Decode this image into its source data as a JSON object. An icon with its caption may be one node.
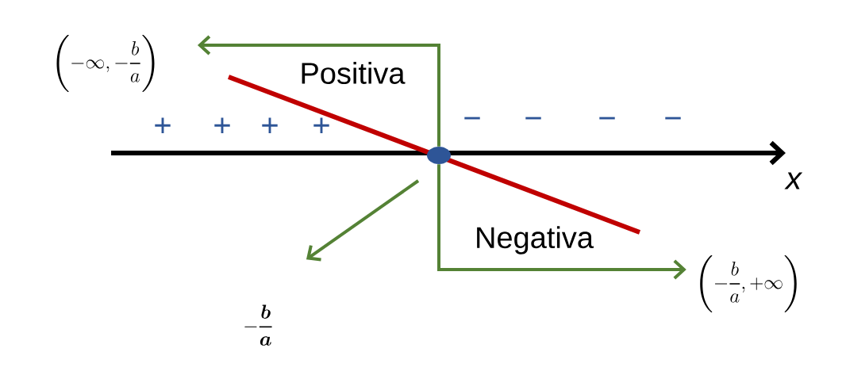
{
  "diagram": {
    "nodes": [
      {
        "text": [
          "\\left(-\\infty,-\\frac{b}{a}\\right)"
        ]
      },
      {
        "text": [],
        "shape": "circle"
      },
      {
        "text": [
          "\\left(-\\frac{b}{a},+\\infty\\right)"
        ]
      },
      {
        "text": [
          "-\\frac{\\boldsymbol{b}}{\\boldsymbol{a}}"
        ]
      }
    ],
    "edges": [
      {
        "from": 1,
        "to": 0,
        "arrow": "to",
        "label": "Positiva"
      },
      {
        "from": 1,
        "to": 2,
        "arrow": "to",
        "label": "Negativa"
      },
      {
        "from": 1,
        "to": 3,
        "arrow": "to"
      }
    ],
    "labels": [
      "+",
      "+",
      "+",
      "+",
      "−",
      "−",
      "−",
      "−",
      "x"
    ]
  }
}
